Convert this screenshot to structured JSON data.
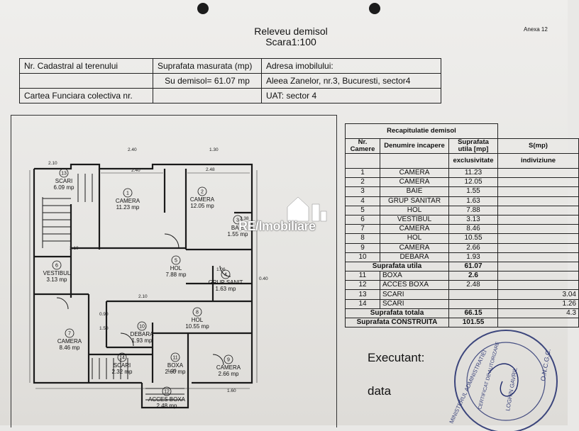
{
  "header": {
    "title_line1": "Releveu demisol",
    "title_line2": "Scara1:100",
    "annex": "Anexa 12"
  },
  "info_table": {
    "r1": [
      "Nr. Cadastral al terenului",
      "Suprafata masurata (mp)",
      "Adresa imobilului:"
    ],
    "r2": [
      "",
      "Su demisol= 61.07 mp",
      "Aleea Zanelor,  nr.3,  Bucuresti, sector4"
    ],
    "r3": [
      "Cartea Funciara colectiva nr.",
      "",
      "UAT: sector 4"
    ]
  },
  "recap": {
    "title": "Recapitulatie demisol",
    "col_nr": "Nr. Camere",
    "col_name": "Denumire incapere",
    "col_area": "Suprafata utila [mp]",
    "col_s": "S(mp)",
    "sub_excl": "exclusivitate",
    "sub_indiv": "indiviziune",
    "rooms": [
      {
        "nr": "1",
        "name": "CAMERA",
        "area": "11.23"
      },
      {
        "nr": "2",
        "name": "CAMERA",
        "area": "12.05"
      },
      {
        "nr": "3",
        "name": "BAIE",
        "area": "1.55"
      },
      {
        "nr": "4",
        "name": "GRUP SANITAR",
        "area": "1.63"
      },
      {
        "nr": "5",
        "name": "HOL",
        "area": "7.88"
      },
      {
        "nr": "6",
        "name": "VESTIBUL",
        "area": "3.13"
      },
      {
        "nr": "7",
        "name": "CAMERA",
        "area": "8.46"
      },
      {
        "nr": "8",
        "name": "HOL",
        "area": "10.55"
      },
      {
        "nr": "9",
        "name": "CAMERA",
        "area": "2.66"
      },
      {
        "nr": "10",
        "name": "DEBARA",
        "area": "1.93"
      }
    ],
    "su_label": "Suprafata utila",
    "su_value": "61.07",
    "extra": [
      {
        "nr": "11",
        "name": "BOXA",
        "area": "2.6",
        "s": ""
      },
      {
        "nr": "12",
        "name": "ACCES BOXA",
        "area": "2.48",
        "s": ""
      },
      {
        "nr": "13",
        "name": "SCARI",
        "area": "",
        "s": "3.04"
      },
      {
        "nr": "14",
        "name": "SCARI",
        "area": "",
        "s": "1.26"
      }
    ],
    "st_label": "Suprafata totala",
    "st_value": "66.15",
    "st_s": "4.3",
    "sc_label": "Suprafata CONSTRUITA",
    "sc_value": "101.55"
  },
  "executant_label": "Executant:",
  "data_label": "data",
  "watermark": "RE/Imobiliare",
  "stamp": {
    "ring_text": "MINISTERUL ADMINISTRATIEI",
    "inner_text": "O.N.C.G.C.",
    "name": "LOGHIN GAVRIL",
    "cert": "CERTIFICAT DE AUTORIZARE"
  },
  "plan": {
    "rooms": [
      {
        "nr": "1",
        "name": "CAMERA",
        "area": "11.23 mp"
      },
      {
        "nr": "2",
        "name": "CAMERA",
        "area": "12.05 mp"
      },
      {
        "nr": "3",
        "name": "BAIE",
        "area": "1.55 mp"
      },
      {
        "nr": "4",
        "name": "GRUP SANIT",
        "area": "1.63 mp"
      },
      {
        "nr": "5",
        "name": "HOL",
        "area": "7.88 mp"
      },
      {
        "nr": "6",
        "name": "VESTIBUL",
        "area": "3.13 mp"
      },
      {
        "nr": "7",
        "name": "CAMERA",
        "area": "8.46 mp"
      },
      {
        "nr": "8",
        "name": "HOL",
        "area": "10.55 mp"
      },
      {
        "nr": "9",
        "name": "CAMERA",
        "area": "2.66 mp"
      },
      {
        "nr": "10",
        "name": "DEBARA",
        "area": "1.93 mp"
      },
      {
        "nr": "11",
        "name": "BOXA",
        "area": "2.60 mp"
      },
      {
        "nr": "12",
        "name": "ACCES BOXA",
        "area": "2.48 mp"
      },
      {
        "nr": "13",
        "name": "SCARI",
        "area": "6.09 mp"
      },
      {
        "nr": "14",
        "name": "SCARI",
        "area": "2.32 mp"
      }
    ],
    "dims": [
      "2.40",
      "2.10",
      "2.48",
      "2.40",
      "1.30",
      "2.38",
      "2.10",
      "0.40",
      "1.06",
      "2.10",
      "0.90",
      "1.50",
      "1.60",
      "1.20"
    ]
  }
}
